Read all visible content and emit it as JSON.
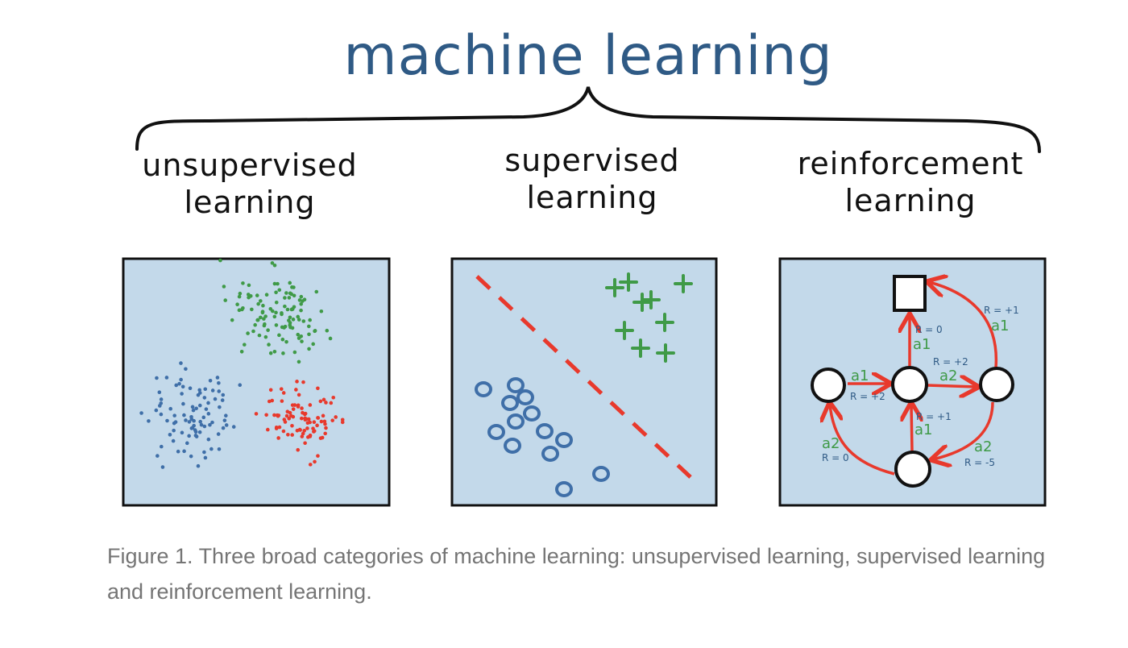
{
  "title": "machine learning",
  "categories": [
    {
      "line1": "unsupervised",
      "line2": "learning"
    },
    {
      "line1": "supervised",
      "line2": "learning"
    },
    {
      "line1": "reinforcement",
      "line2": "learning"
    }
  ],
  "rl_labels": {
    "top_action": "a1",
    "top_reward": "R = 0",
    "arc_tr_action": "a1",
    "arc_tr_reward": "R = +1",
    "left_action": "a1",
    "left_reward": "R = +2",
    "right_action": "a2",
    "right_reward": "R = +2",
    "bottom_action": "a1",
    "bottom_reward": "R = +1",
    "arc_bl_action": "a2",
    "arc_bl_reward": "R = 0",
    "arc_br_action": "a2",
    "arc_br_reward": "R = -5"
  },
  "colors": {
    "title": "#2f5a85",
    "panel": "#c3d9ea",
    "red": "#e8392c",
    "green": "#3f9a47",
    "blue": "#3f6fa8"
  },
  "caption": "Figure 1. Three broad categories of machine learning: unsupervised learning, supervised learning and reinforcement learning."
}
